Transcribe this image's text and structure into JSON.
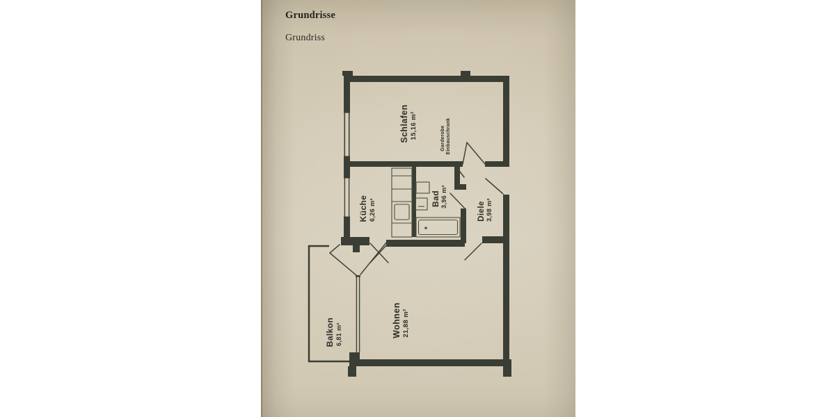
{
  "document": {
    "title": "Grundrisse",
    "subtitle": "Grundriss"
  },
  "plan": {
    "colors": {
      "paper": "#d5ccb8",
      "wall": "#3a3e34",
      "line": "#3f4337",
      "label": "#2c2f28",
      "title_text": "#26231e"
    },
    "rooms": [
      {
        "name": "Schlafen",
        "area": "15,16 m²"
      },
      {
        "name": "Küche",
        "area": "6,26 m²"
      },
      {
        "name": "Bad",
        "area": "3,96 m²"
      },
      {
        "name": "Diele",
        "area": "3,98 m²"
      },
      {
        "name": "Wohnen",
        "area": "21,88 m²"
      },
      {
        "name": "Balkon",
        "area": "6,81 m²"
      }
    ],
    "annotation": {
      "line1": "Garderobe",
      "line2": "Einbauschrank"
    }
  }
}
